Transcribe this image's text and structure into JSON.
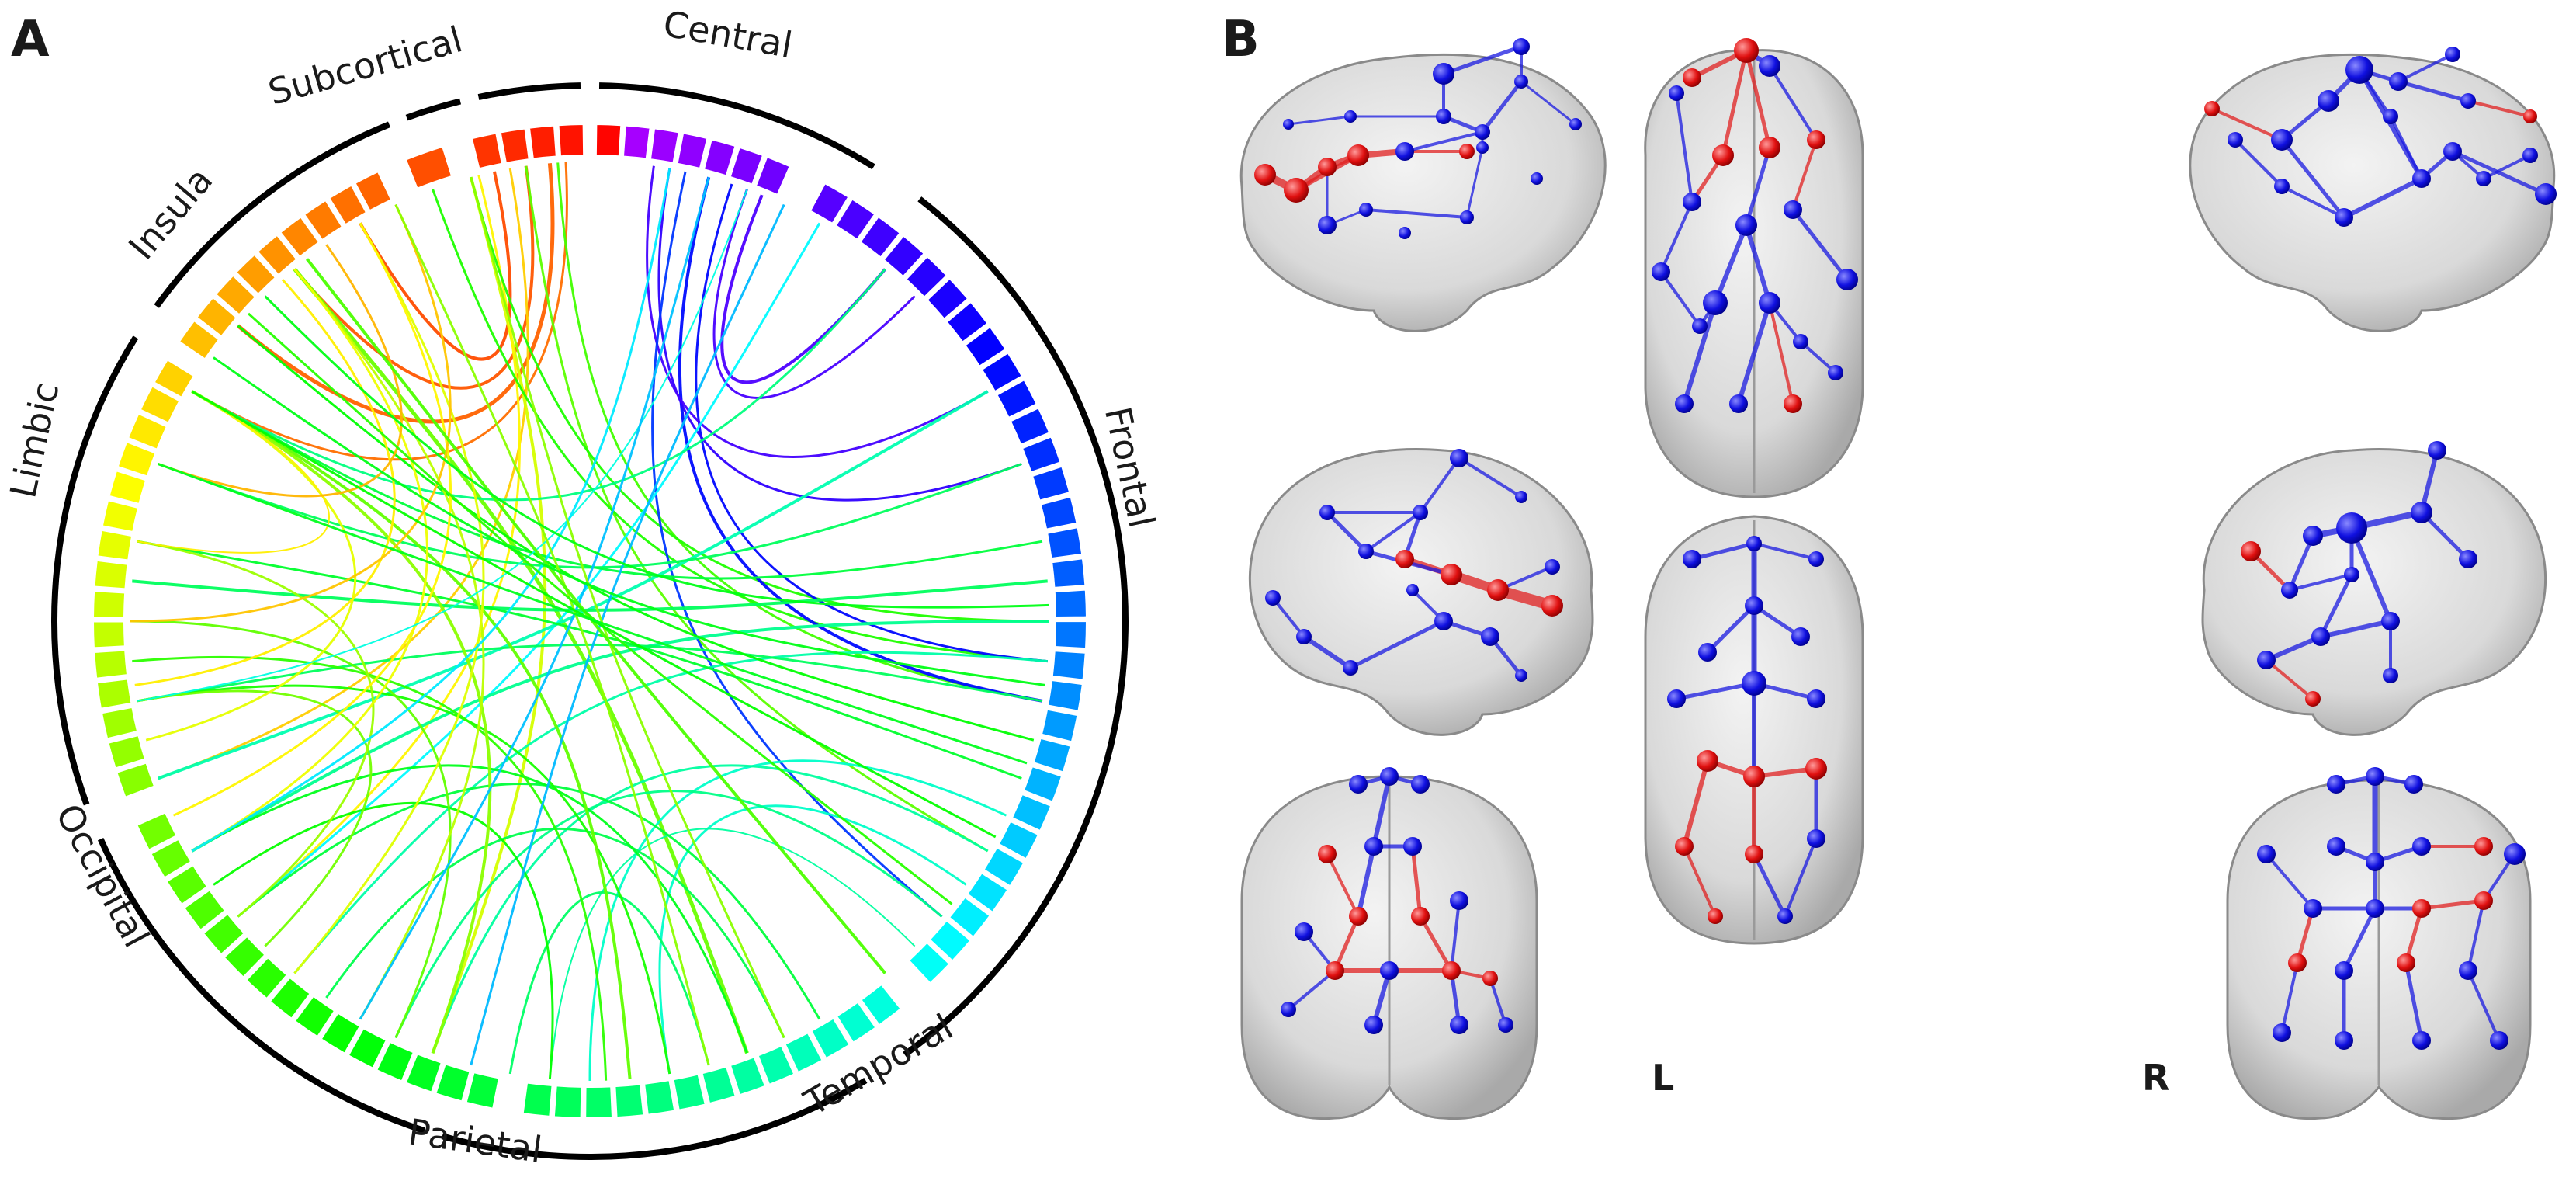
{
  "panels": {
    "a": {
      "letter": "A"
    },
    "b": {
      "letter": "B"
    }
  },
  "regions": [
    {
      "id": "central",
      "label": "Central",
      "color": "#f5361c"
    },
    {
      "id": "frontal",
      "label": "Frontal",
      "color": "#b8e600"
    },
    {
      "id": "temporal",
      "label": "Temporal",
      "color": "#1de6a0"
    },
    {
      "id": "parietal",
      "label": "Parietal",
      "color": "#1ab8e6"
    },
    {
      "id": "occipital",
      "label": "Occipital",
      "color": "#2a4de6"
    },
    {
      "id": "limbic",
      "label": "Limbic",
      "color": "#b01ae6"
    },
    {
      "id": "insula",
      "label": "Insula",
      "color": "#e61ab8"
    },
    {
      "id": "subcortical",
      "label": "Subcortical",
      "color": "#e61a55"
    }
  ],
  "hemispheres": {
    "left": "L",
    "right": "R"
  },
  "colors": {
    "positive": "#e02020",
    "negative": "#1a1ae0"
  }
}
